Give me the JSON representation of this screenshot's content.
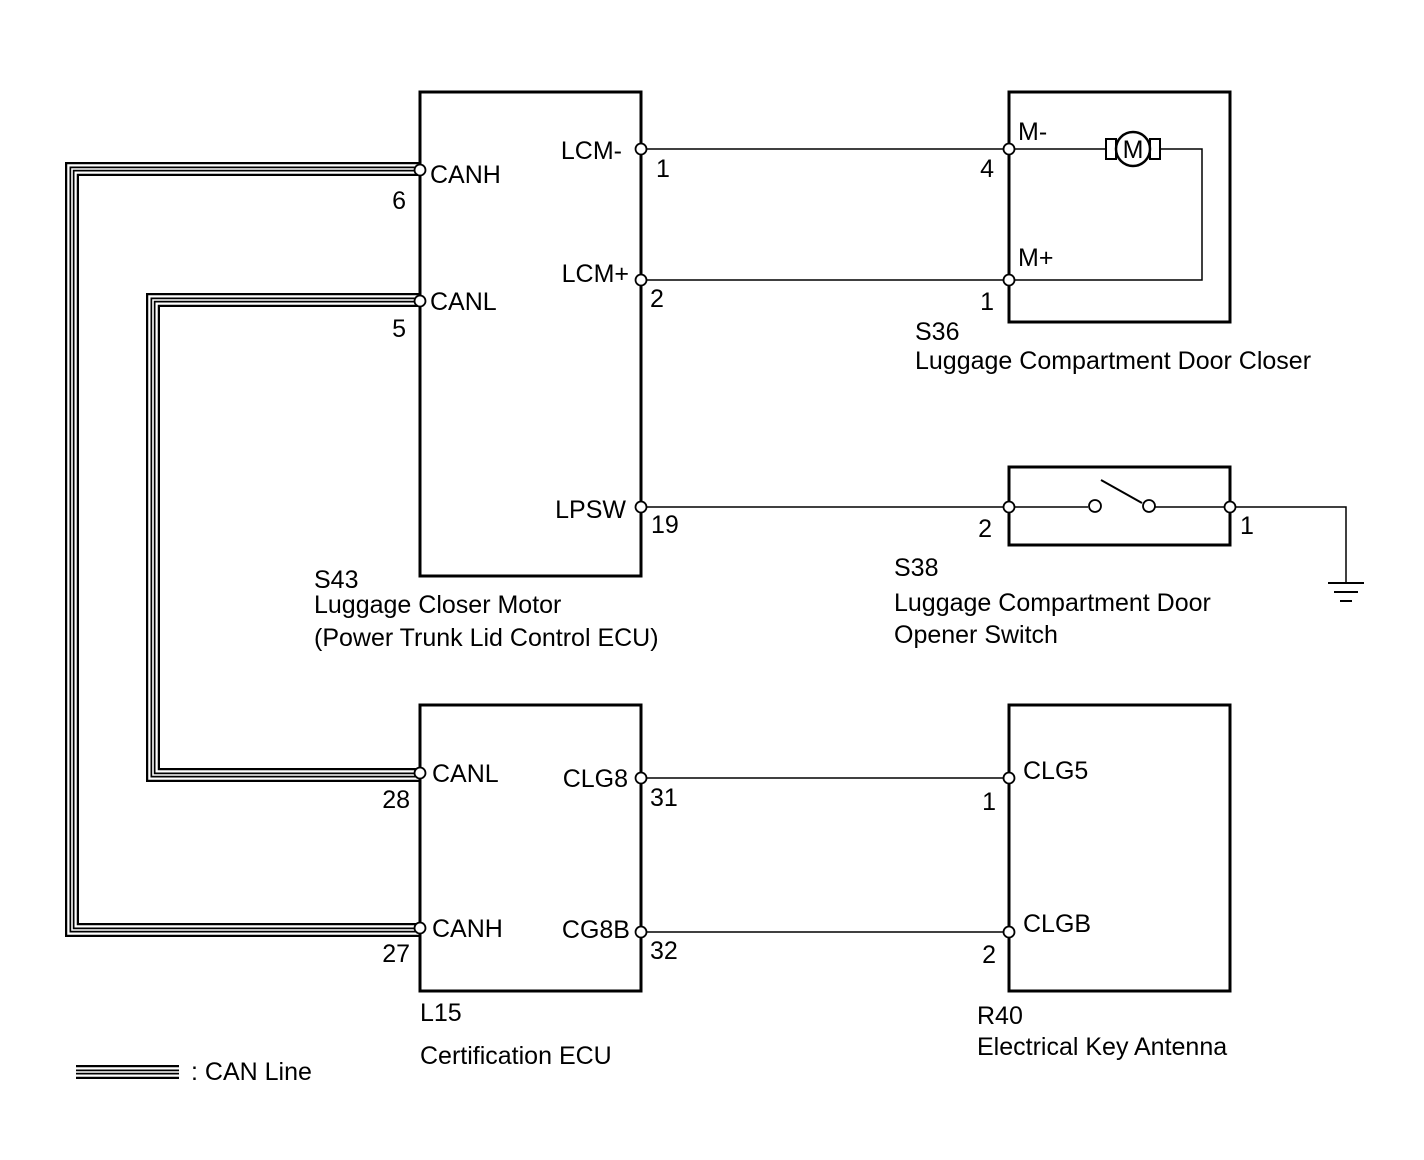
{
  "components": {
    "s43": {
      "code": "S43",
      "name_line1": "Luggage Closer Motor",
      "name_line2": "(Power Trunk Lid Control ECU)",
      "pins": {
        "canh": {
          "label": "CANH",
          "num": "6"
        },
        "canl": {
          "label": "CANL",
          "num": "5"
        },
        "lcm_minus": {
          "label": "LCM-",
          "num": "1"
        },
        "lcm_plus": {
          "label": "LCM+",
          "num": "2"
        },
        "lpsw": {
          "label": "LPSW",
          "num": "19"
        }
      }
    },
    "s36": {
      "code": "S36",
      "name": "Luggage Compartment Door Closer",
      "motor_symbol": "M",
      "pins": {
        "m_minus": {
          "label": "M-",
          "num": "4"
        },
        "m_plus": {
          "label": "M+",
          "num": "1"
        }
      }
    },
    "s38": {
      "code": "S38",
      "name_line1": "Luggage Compartment Door",
      "name_line2": "Opener Switch",
      "pins": {
        "left": {
          "num": "2"
        },
        "right": {
          "num": "1"
        }
      }
    },
    "l15": {
      "code": "L15",
      "name": "Certification ECU",
      "pins": {
        "canl": {
          "label": "CANL",
          "num": "28"
        },
        "canh": {
          "label": "CANH",
          "num": "27"
        },
        "clg8": {
          "label": "CLG8",
          "num": "31"
        },
        "cg8b": {
          "label": "CG8B",
          "num": "32"
        }
      }
    },
    "r40": {
      "code": "R40",
      "name": "Electrical Key Antenna",
      "pins": {
        "clg5": {
          "label": "CLG5",
          "num": "1"
        },
        "clgb": {
          "label": "CLGB",
          "num": "2"
        }
      }
    }
  },
  "legend": {
    "can_line_label": ": CAN Line"
  }
}
